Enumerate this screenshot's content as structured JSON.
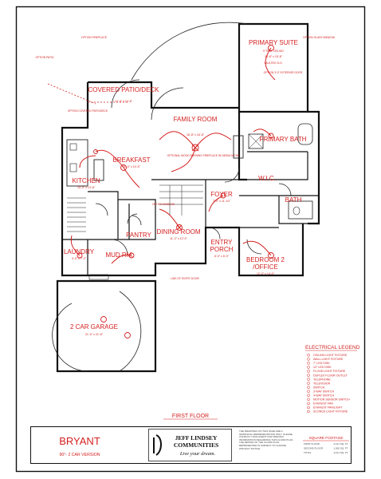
{
  "plan": {
    "floor_label": "FIRST FLOOR",
    "model_name": "BRYANT",
    "version": "90°- 2 CAR VERSION"
  },
  "rooms": {
    "primary_suite": {
      "name": "PRIMARY SUITE",
      "dims": "15'-6\" x 15'-8\""
    },
    "covered_patio": {
      "name": "COVERED PATIO/DECK",
      "dims": "12'-4\" x 10'-8\""
    },
    "family_room": {
      "name": "FAMILY ROOM",
      "dims": "16'-8\" x 16'-8\""
    },
    "primary_bath": {
      "name": "PRIMARY BATH",
      "dims": ""
    },
    "breakfast": {
      "name": "BREAKFAST",
      "dims": "11'-0\" x 10'-5\""
    },
    "kitchen": {
      "name": "KITCHEN",
      "dims": "13'-0\" x 13'-8\""
    },
    "wic": {
      "name": "W.I.C.",
      "dims": ""
    },
    "foyer": {
      "name": "FOYER",
      "dims": "7'-0\" x 11'-10\""
    },
    "bath": {
      "name": "BATH",
      "dims": ""
    },
    "pantry": {
      "name": "PANTRY",
      "dims": ""
    },
    "dining_room": {
      "name": "DINING ROOM",
      "dims": "11'-2\" x 12'-0\""
    },
    "entry_porch": {
      "name": "ENTRY PORCH",
      "dims": "6'-0\" x 6'-0\""
    },
    "bedroom2": {
      "name": "BEDROOM 2 /OFFICE",
      "dims": "12'-0\" x 14'-0\""
    },
    "laundry": {
      "name": "LAUNDRY",
      "dims": "9'-0\" x 7'-2\""
    },
    "mud_rm": {
      "name": "MUD RM.",
      "dims": ""
    },
    "garage": {
      "name": "2 CAR GARAGE",
      "dims": "21'-0\" x 21'-6\""
    }
  },
  "notes": {
    "option_fireplace": "OPTION FIREPLACE",
    "option_patio": "OPTION PATIO",
    "option_cover_patio": "OPTION COVERED PATIO/DECK",
    "option_glass_wall": "OPTION GLASS WINDOW",
    "option_door": "OPTION 3'-0\" EXTERIOR DOOR",
    "optional_fireplace": "OPTIONAL WOOD BURNING FIREPLACE W/ MEDIA NICHE",
    "tray_ceiling": "9' TRAY CEILING",
    "vaulted": "VAULTED CLG.",
    "option_window": "OPTION WINDOW",
    "line_door": "LINE OF ENTRY DOOR"
  },
  "legend": {
    "title": "ELECTRICAL LEGEND",
    "items": [
      "CEILING LIGHT FIXTURE",
      "WALL LIGHT FIXTURE",
      "7\" LED DISK",
      "12\" LED DISK",
      "FLOOD LIGHT FIXTURE",
      "DUPLEX FLOOR OUTLET",
      "TELEPHONE",
      "TELEVISION",
      "SWITCH",
      "3-WAY SWITCH",
      "4-WAY SWITCH",
      "MOTION SENSOR SWITCH",
      "EXHAUST FAN",
      "EXHAUST FAN/LIGHT",
      "SCONCE LIGHT FIXTURE"
    ]
  },
  "logo": {
    "line1": "JEFF LINDSEY",
    "line2": "COMMUNITIES",
    "tagline": "Live your dream."
  },
  "disclaimer": "THE DRAWINGS ON THIS PAGE ARE A GRAPHICAL REPRESENTATION ONLY. PLEASE CONSULT YOUR AGENT FOR SPECIFIC INFORMATION REGARDING THIS FLOOR PLAN. THE DESIGN OF THE FLOOR PLAN REPRESENTED IS SUBJECT TO CHANGE WITHOUT NOTICE.",
  "footage": {
    "title": "SQUARE FOOTAGE",
    "rows": [
      {
        "label": "FIRST FLOOR",
        "value": "2,141 SQ. FT."
      },
      {
        "label": "SECOND FLOOR",
        "value": "1,000 SQ. FT."
      },
      {
        "label": "TOTAL",
        "value": "3,141 SQ. FT."
      }
    ]
  },
  "colors": {
    "accent": "#d42020",
    "line": "#111111"
  }
}
